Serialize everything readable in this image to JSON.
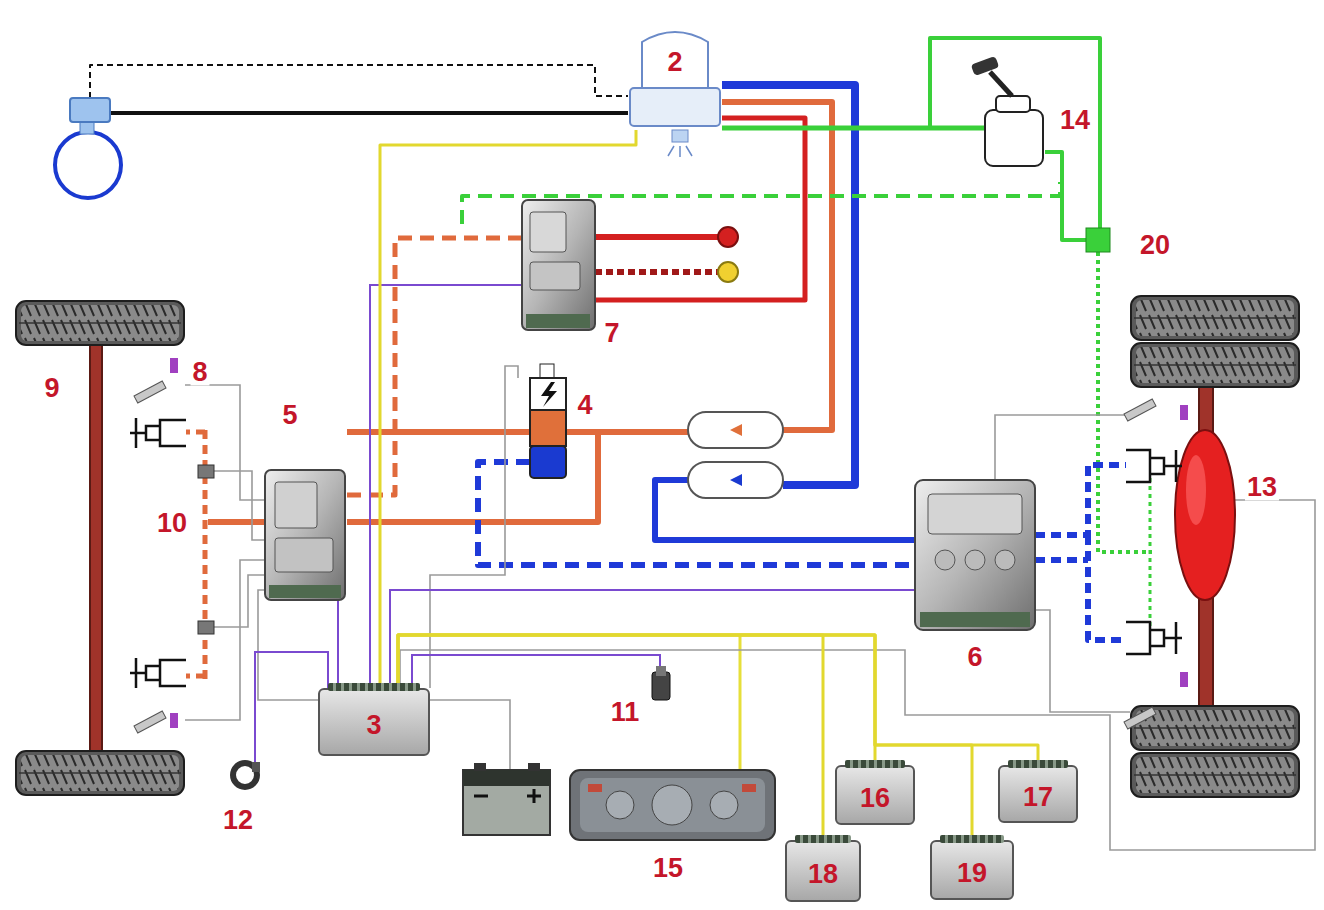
{
  "diagram": {
    "nodes": [
      {
        "text": [
          "2"
        ]
      },
      {
        "text": [
          "3"
        ]
      },
      {
        "text": [
          "16"
        ]
      },
      {
        "text": [
          "17"
        ]
      },
      {
        "text": [
          "18"
        ]
      },
      {
        "text": [
          "19"
        ]
      }
    ],
    "edges": [
      {
        "from": 0,
        "to": 1,
        "arrow": "none"
      },
      {
        "from": 1,
        "to": 2,
        "arrow": "none"
      },
      {
        "from": 1,
        "to": 3,
        "arrow": "none"
      },
      {
        "from": 1,
        "to": 4,
        "arrow": "none"
      },
      {
        "from": 1,
        "to": 5,
        "arrow": "none"
      }
    ],
    "labels": [
      "14",
      "20",
      "7",
      "4",
      "8",
      "9",
      "5",
      "10",
      "6",
      "13",
      "11",
      "12",
      "15"
    ]
  }
}
